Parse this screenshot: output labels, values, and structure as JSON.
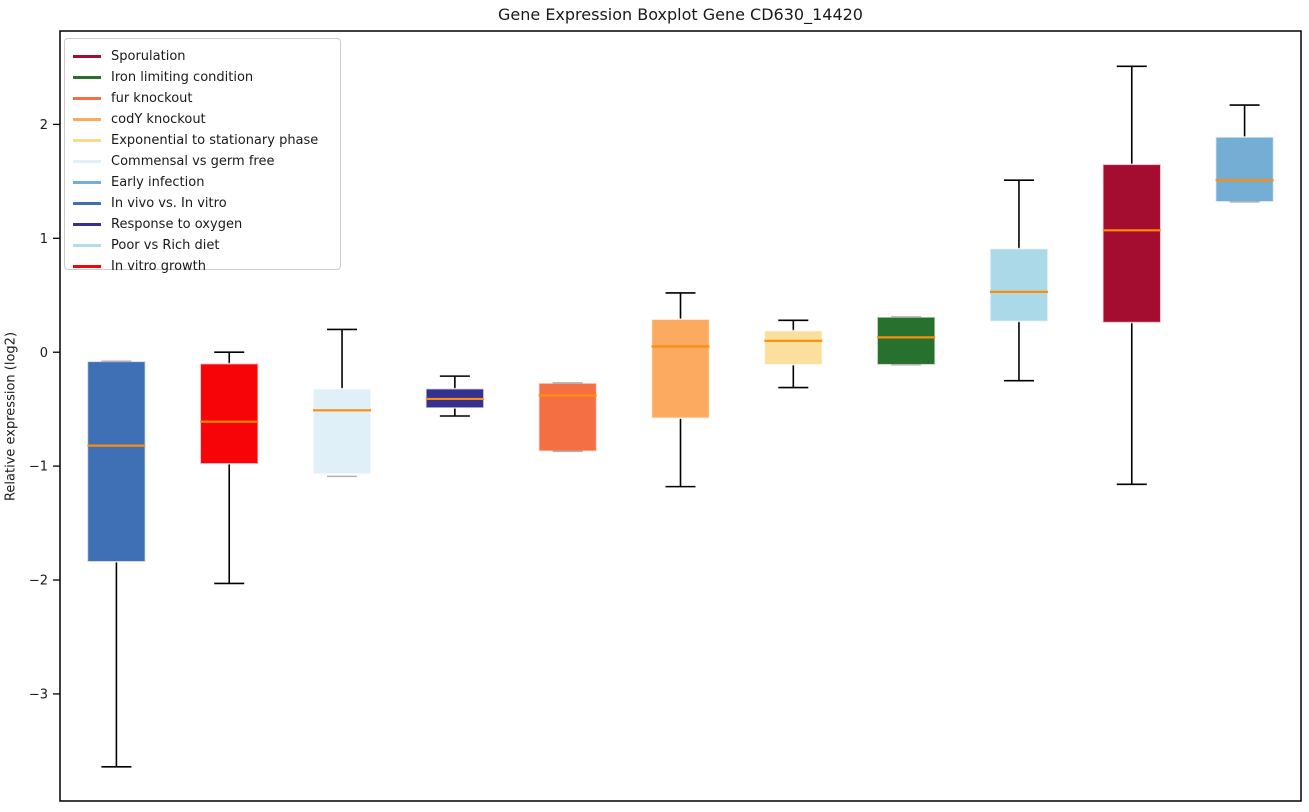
{
  "title": "Gene Expression Boxplot Gene CD630_14420",
  "chart_data": {
    "type": "boxplot",
    "title": "Gene Expression Boxplot Gene CD630_14420",
    "xlabel": "",
    "ylabel": "Relative expression (log2)",
    "ylim": [
      -3.94,
      2.82
    ],
    "grid": false,
    "legend_position": "upper left",
    "median_color": "#ff8c0d",
    "whisker_color": "#000000",
    "zero_whisker_cap_color": "#b0b0b0",
    "yticks": [
      {
        "label": "2",
        "value": 2
      },
      {
        "label": "1",
        "value": 1
      },
      {
        "label": "0",
        "value": 0
      },
      {
        "label": "−1",
        "value": -1
      },
      {
        "label": "−2",
        "value": -2
      },
      {
        "label": "−3",
        "value": -3
      }
    ],
    "legend": [
      {
        "label": "Sporulation",
        "color": "#a50d30"
      },
      {
        "label": "Iron limiting condition",
        "color": "#27702d"
      },
      {
        "label": "fur knockout",
        "color": "#f47044"
      },
      {
        "label": "codY knockout",
        "color": "#fbaa60"
      },
      {
        "label": "Exponential to stationary phase",
        "color": "#f8da8d"
      },
      {
        "label": "Commensal vs germ free",
        "color": "#dff0f8"
      },
      {
        "label": "Early infection",
        "color": "#74aed4"
      },
      {
        "label": "In vivo vs. In vitro",
        "color": "#3f6fb4"
      },
      {
        "label": "Response to oxygen",
        "color": "#35318f"
      },
      {
        "label": "Poor vs Rich diet",
        "color": "#b5dcea"
      },
      {
        "label": "In vitro growth",
        "color": "#f60408"
      }
    ],
    "boxes": [
      {
        "label": "In vivo vs. In vitro",
        "color": "#3f6fb4",
        "whisker_low": -3.64,
        "q1": -1.84,
        "median": -0.82,
        "q3": -0.08,
        "whisker_high": -0.08
      },
      {
        "label": "In vitro growth",
        "color": "#f60408",
        "whisker_low": -2.03,
        "q1": -0.98,
        "median": -0.61,
        "q3": -0.1,
        "whisker_high": 0.0
      },
      {
        "label": "Commensal vs germ free",
        "color": "#dff0f8",
        "whisker_low": -1.09,
        "q1": -1.07,
        "median": -0.51,
        "q3": -0.32,
        "whisker_high": 0.2
      },
      {
        "label": "Response to oxygen",
        "color": "#35318f",
        "whisker_low": -0.56,
        "q1": -0.49,
        "median": -0.41,
        "q3": -0.32,
        "whisker_high": -0.21
      },
      {
        "label": "fur knockout",
        "color": "#f47044",
        "whisker_low": -0.87,
        "q1": -0.87,
        "median": -0.38,
        "q3": -0.27,
        "whisker_high": -0.27
      },
      {
        "label": "codY knockout",
        "color": "#fbaa60",
        "whisker_low": -1.18,
        "q1": -0.58,
        "median": 0.05,
        "q3": 0.29,
        "whisker_high": 0.52
      },
      {
        "label": "Exponential to stationary phase",
        "color": "#fbdf9d",
        "whisker_low": -0.31,
        "q1": -0.11,
        "median": 0.1,
        "q3": 0.19,
        "whisker_high": 0.28
      },
      {
        "label": "Iron limiting condition",
        "color": "#27702d",
        "whisker_low": -0.11,
        "q1": -0.11,
        "median": 0.13,
        "q3": 0.31,
        "whisker_high": 0.31
      },
      {
        "label": "Poor vs Rich diet",
        "color": "#abd9e8",
        "whisker_low": -0.25,
        "q1": 0.27,
        "median": 0.53,
        "q3": 0.91,
        "whisker_high": 1.51
      },
      {
        "label": "Sporulation",
        "color": "#a50d30",
        "whisker_low": -1.16,
        "q1": 0.26,
        "median": 1.07,
        "q3": 1.65,
        "whisker_high": 2.51
      },
      {
        "label": "Early infection",
        "color": "#74aed4",
        "whisker_low": 1.32,
        "q1": 1.32,
        "median": 1.51,
        "q3": 1.89,
        "whisker_high": 2.17
      }
    ]
  }
}
